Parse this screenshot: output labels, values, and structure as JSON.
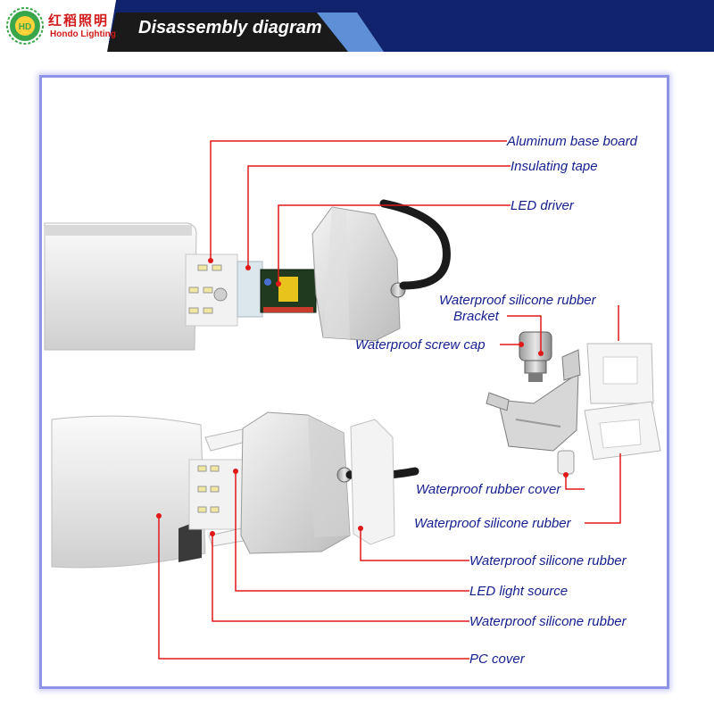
{
  "header": {
    "logo_text_cn": "红稻照明",
    "logo_text_en": "Hondo Lighting",
    "title": "Disassembly diagram",
    "colors": {
      "navy": "#12236e",
      "dark": "#1a1a1a",
      "accent": "#5f8fd6",
      "logo_red": "#d11a1a",
      "logo_green": "#3aa64b"
    }
  },
  "frame": {
    "border_color": "#8d94e6"
  },
  "callouts": {
    "aluminum_base_board": "Aluminum base board",
    "insulating_tape": "Insulating tape",
    "led_driver": "LED driver",
    "waterproof_silicone_rubber_top": "Waterproof silicone rubber",
    "bracket": "Bracket",
    "waterproof_screw_cap": "Waterproof screw cap",
    "waterproof_rubber_cover": "Waterproof rubber cover",
    "waterproof_silicone_rubber_mid": "Waterproof silicone rubber",
    "waterproof_silicone_rubber_1": "Waterproof silicone rubber",
    "led_light_source": "LED light source",
    "waterproof_silicone_rubber_2": "Waterproof silicone rubber",
    "pc_cover": "PC cover"
  },
  "leader_color": "#e01818"
}
